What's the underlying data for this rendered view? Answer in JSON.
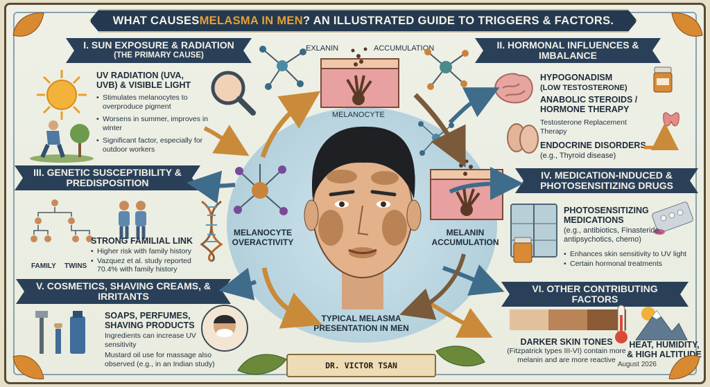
{
  "title": {
    "prefix": "WHAT CAUSES ",
    "highlight": "MELASMA IN MEN",
    "suffix": "? AN ILLUSTRATED GUIDE TO TRIGGERS & FACTORS."
  },
  "sec1": {
    "heading": "I. SUN EXPOSURE & RADIATION",
    "sub": "(THE PRIMARY CAUSE)",
    "h2": "UV RADIATION (UVA, UVB) & VISIBLE LIGHT",
    "bullets": [
      "Stimulates melanocytes to overproduce pigment",
      "Worsens in summer, improves in winter",
      "Significant factor, especially for outdoor workers"
    ]
  },
  "sec2": {
    "heading": "II. HORMONAL INFLUENCES & IMBALANCE",
    "h_a": "HYPOGONADISM",
    "h_a_sub": "(LOW TESTOSTERONE)",
    "h_b": "ANABOLIC STEROIDS / HORMONE THERAPY",
    "h_b_sub": "Testosterone Replacement Therapy",
    "h_c": "ENDOCRINE DISORDERS",
    "h_c_sub": "(e.g., Thyroid disease)"
  },
  "sec3": {
    "heading": "III. GENETIC SUSCEPTIBILITY & PREDISPOSITION",
    "family": "FAMILY",
    "twins": "TWINS",
    "h2": "STRONG FAMILIAL LINK",
    "bullets": [
      "Higher risk with family history",
      "Vazquez et al. study reported 70.4% with family history"
    ]
  },
  "sec4": {
    "heading": "IV. MEDICATION-INDUCED & PHOTOSENSITIZING DRUGS",
    "h2": "PHOTOSENSITIZING MEDICATIONS",
    "h2_sub": "(e.g., antibiotics, Finasteride, antipsychotics, chemo)",
    "bullets": [
      "Enhances skin sensitivity to UV light",
      "Certain hormonal treatments"
    ]
  },
  "sec5": {
    "heading": "V. COSMETICS, SHAVING CREAMS, & IRRITANTS",
    "h2": "SOAPS, PERFUMES, SHAVING PRODUCTS",
    "text1": "Ingredients can increase UV sensitivity",
    "text2": "Mustard oil use for massage also observed (e.g., in an Indian study)"
  },
  "sec6": {
    "heading": "VI. OTHER CONTRIBUTING FACTORS",
    "h_a": "DARKER SKIN TONES",
    "h_a_sub": "(Fitzpatrick types III-VI) contain more melanin and are more reactive",
    "h_b": "HEAT, HUMIDITY, & HIGH ALTITUDE"
  },
  "center": {
    "exlanin": "EXLANIN",
    "accumulation": "ACCUMULATION",
    "melanocyte": "MELANOCYTE",
    "overactivity": "MELANOCYTE OVERACTIVITY",
    "melanin_acc": "MELANIN ACCUMULATION",
    "presentation": "TYPICAL MELASMA PRESENTATION IN MEN"
  },
  "author": "DR. VICTOR TSAN",
  "date": "August 2026",
  "colors": {
    "banner": "#24394f",
    "accent": "#e8a032",
    "arrow": "#c98a3a",
    "skin_light": "#e3c09c",
    "skin_dark": "#8a5a35"
  }
}
